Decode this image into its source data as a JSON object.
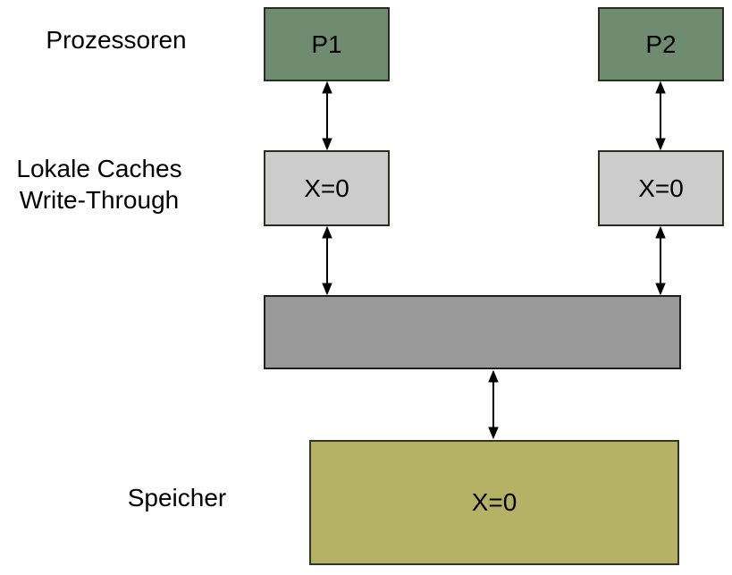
{
  "diagram": {
    "row_labels": {
      "processors": "Prozessoren",
      "caches_line1": "Lokale Caches",
      "caches_line2": "Write-Through",
      "memory": "Speicher"
    },
    "nodes": {
      "p1_label": "P1",
      "p2_label": "P2",
      "cache1_value": "X=0",
      "cache2_value": "X=0",
      "memory_value": "X=0"
    },
    "colors": {
      "processor": "#708c70",
      "cache": "#cccccc",
      "bus": "#999999",
      "memory": "#b5b266",
      "arrow": "#000000",
      "background": "#ffffff"
    }
  }
}
